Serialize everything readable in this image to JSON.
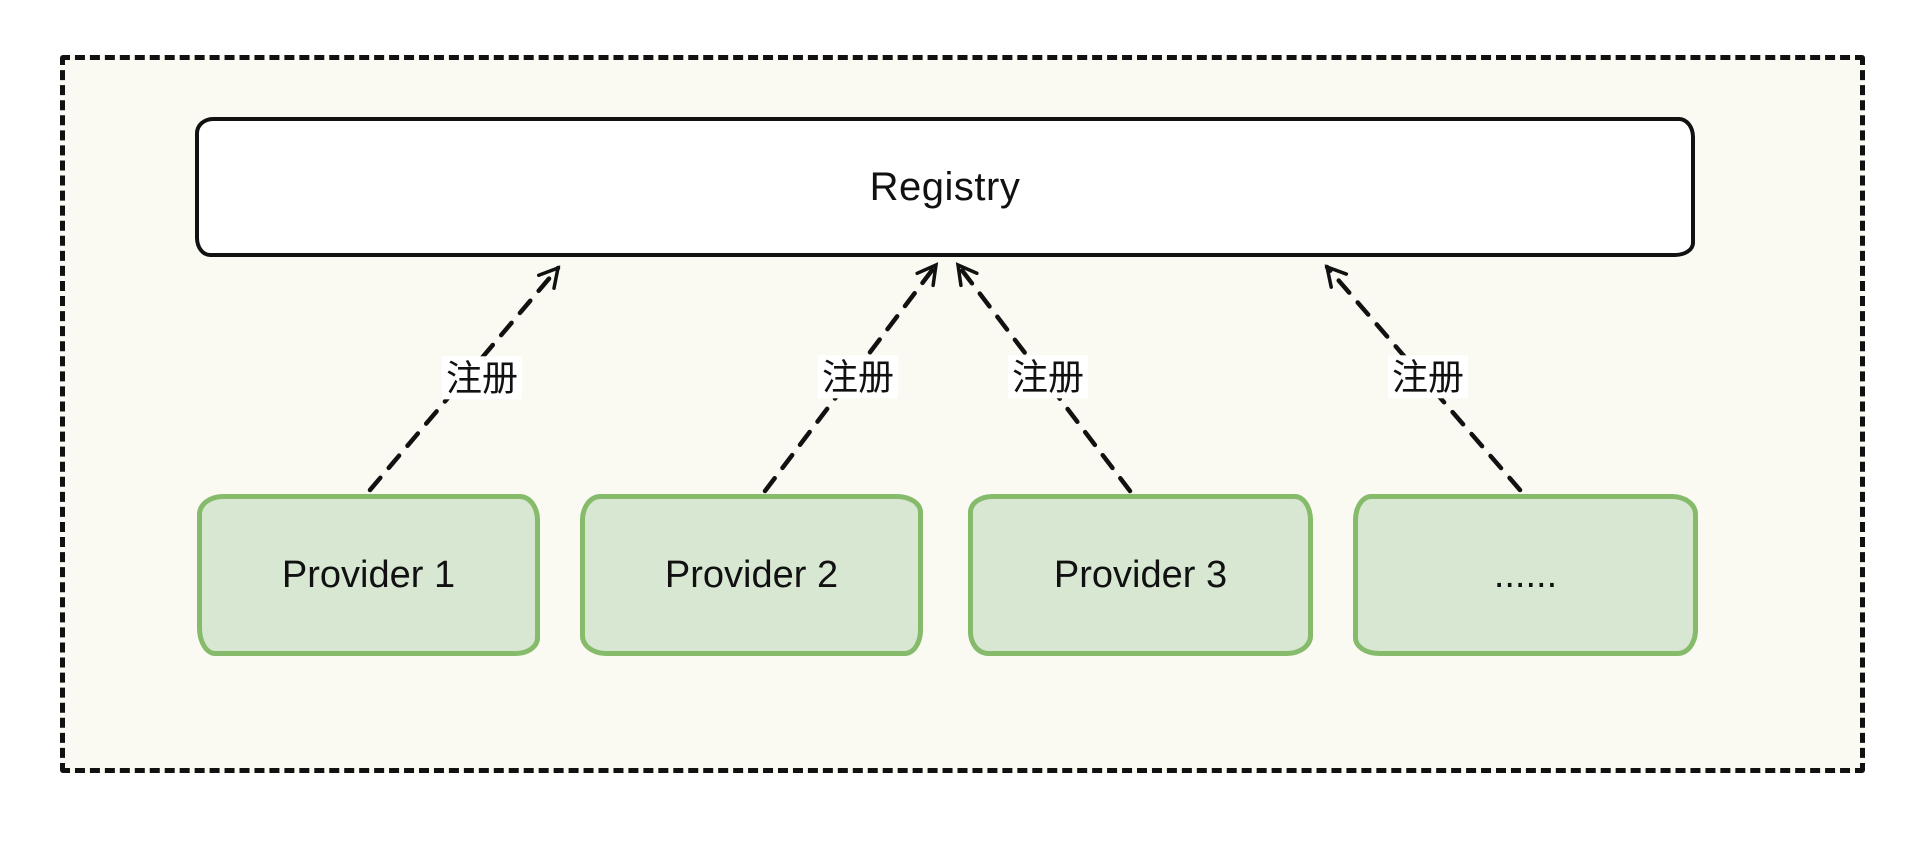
{
  "diagram": {
    "registry": {
      "label": "Registry"
    },
    "providers": [
      {
        "label": "Provider 1"
      },
      {
        "label": "Provider 2"
      },
      {
        "label": "Provider 3"
      },
      {
        "label": "......"
      }
    ],
    "edges": [
      {
        "label": "注册",
        "from": "Provider 1",
        "to": "Registry"
      },
      {
        "label": "注册",
        "from": "Provider 2",
        "to": "Registry"
      },
      {
        "label": "注册",
        "from": "Provider 3",
        "to": "Registry"
      },
      {
        "label": "注册",
        "from": "......",
        "to": "Registry"
      }
    ],
    "colors": {
      "frame_bg": "#fafaf2",
      "line": "#111111",
      "provider_fill": "#d7e7d1",
      "provider_border": "#85bb6b",
      "registry_fill": "#ffffff",
      "text": "#111111"
    }
  }
}
